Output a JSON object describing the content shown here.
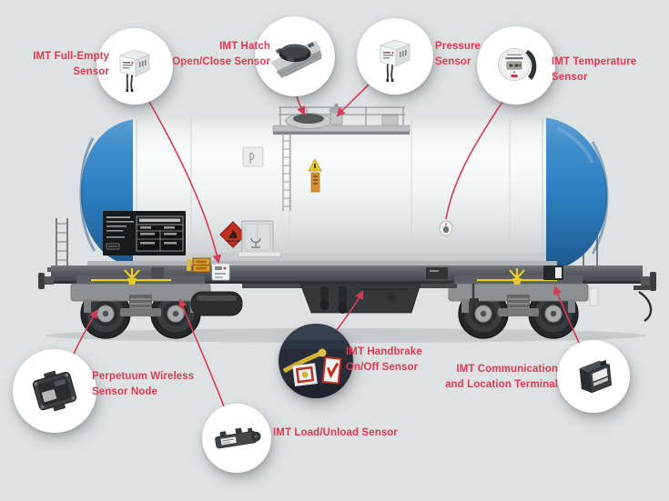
{
  "diagram": {
    "subject": "Railway tank wagon with wireless IoT monitoring sensors",
    "background_color": "#dfe2e3",
    "label_text_color": "#e03a52",
    "connector_line_color": "#d63b55",
    "tank_end_color": "#2e7fc0",
    "tank_body_color": "#f2f4f4",
    "hazard_diamond_color": "#bf3022",
    "hazard_plate_color": "#e09b2d",
    "handbrake_mark_color": "#e9cb27"
  },
  "sensors": [
    {
      "id": "full-empty",
      "label_line1": "IMT Full-Empty",
      "label_line2": "Sensor",
      "icon": "full-empty-sensor-icon"
    },
    {
      "id": "hatch",
      "label_line1": "IMT Hatch",
      "label_line2": "Open/Close Sensor",
      "icon": "hatch-sensor-icon"
    },
    {
      "id": "pressure",
      "label_line1": "Pressure",
      "label_line2": "Sensor",
      "icon": "pressure-sensor-icon"
    },
    {
      "id": "temperature",
      "label_line1": "IMT Temperature",
      "label_line2": "Sensor",
      "icon": "temperature-sensor-icon"
    },
    {
      "id": "perpetuum",
      "label_line1": "Perpetuum Wireless",
      "label_line2": "Sensor Node",
      "icon": "wireless-node-icon"
    },
    {
      "id": "load-unload",
      "label_line1": "IMT Load/Unload Sensor",
      "label_line2": "",
      "icon": "load-unload-sensor-icon"
    },
    {
      "id": "handbrake",
      "label_line1": "IMT Handbrake",
      "label_line2": "On/Off Sensor",
      "icon": "handbrake-sensor-icon"
    },
    {
      "id": "communication",
      "label_line1": "IMT Communication",
      "label_line2": "and Location Terminal",
      "icon": "communication-terminal-icon"
    }
  ]
}
